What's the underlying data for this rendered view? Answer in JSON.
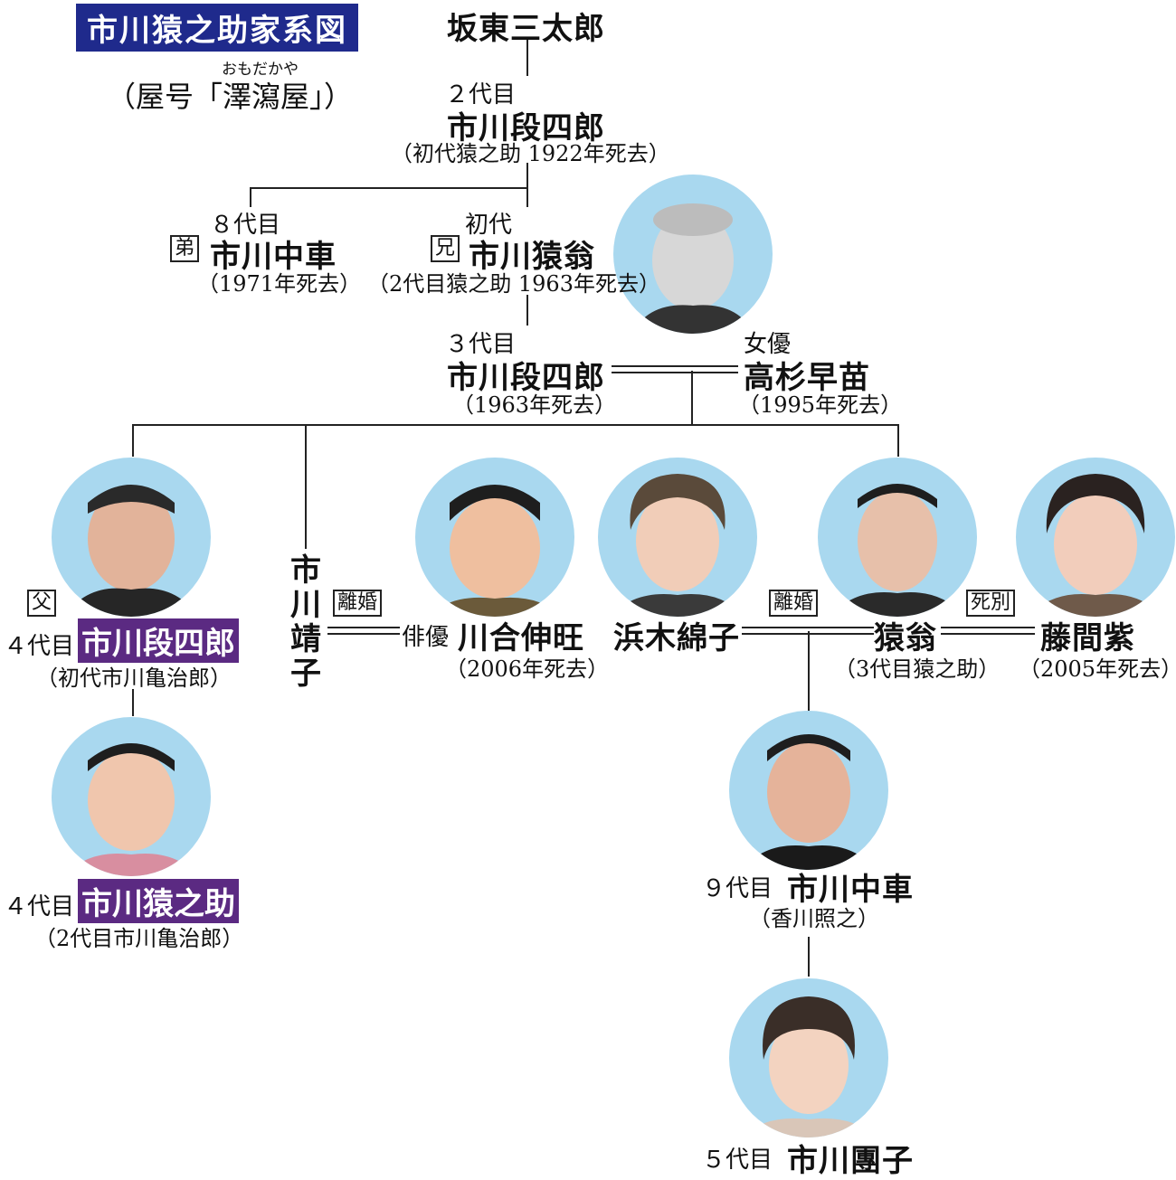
{
  "title": "市川猿之助家系図",
  "yago": {
    "ruby": "おもだかや",
    "text": "（屋号「澤瀉屋」）"
  },
  "labels": {
    "divorce": "離婚",
    "bereaved": "死別",
    "younger_brother": "弟",
    "older_brother": "兄",
    "father": "父"
  },
  "people": {
    "bando": {
      "name": "坂東三太郎"
    },
    "danshiro2": {
      "gen": "２代目",
      "name": "市川段四郎",
      "note": "（初代猿之助 1922年死去）"
    },
    "chusha8": {
      "gen": "８代目",
      "name": "市川中車",
      "note": "（1971年死去）"
    },
    "enou1": {
      "gen": "初代",
      "name": "市川猿翁",
      "note": "（2代目猿之助 1963年死去）"
    },
    "danshiro3": {
      "gen": "３代目",
      "name": "市川段四郎",
      "note": "（1963年死去）"
    },
    "takasugi": {
      "gen": "女優",
      "name": "高杉早苗",
      "note": "（1995年死去）"
    },
    "danshiro4": {
      "gen": "４代目",
      "name": "市川段四郎",
      "note": "（初代市川亀治郎）"
    },
    "seiko": {
      "name": "市川靖子"
    },
    "kawai": {
      "gen": "俳優",
      "name": "川合伸旺",
      "note": "（2006年死去）"
    },
    "hamaki": {
      "name": "浜木綿子"
    },
    "enou": {
      "name": "猿翁",
      "note": "（3代目猿之助）"
    },
    "fujima": {
      "name": "藤間紫",
      "note": "（2005年死去）"
    },
    "ennosuke4": {
      "gen": "４代目",
      "name": "市川猿之助",
      "note": "（2代目市川亀治郎）"
    },
    "chusha9": {
      "gen": "９代目",
      "name": "市川中車",
      "note": "（香川照之）"
    },
    "danko5": {
      "gen": "５代目",
      "name": "市川團子"
    }
  },
  "colors": {
    "title_bg": "#1f2a8c",
    "highlight_bg": "#5b2a82",
    "photo_bg": "#a9d8ef"
  }
}
